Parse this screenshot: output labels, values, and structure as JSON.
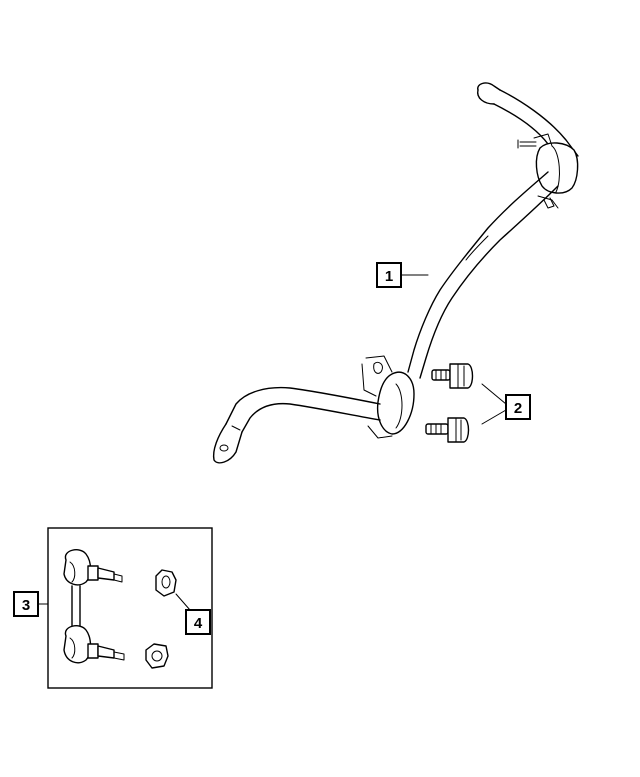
{
  "callouts": [
    {
      "id": "callout-1",
      "label": "1"
    },
    {
      "id": "callout-2",
      "label": "2"
    },
    {
      "id": "callout-3",
      "label": "3"
    },
    {
      "id": "callout-4",
      "label": "4"
    }
  ],
  "icons": {
    "stabilizer_bar": "stabilizer-bar-icon",
    "bolts": "bolt-icon",
    "link": "stabilizer-link-icon",
    "nuts": "nut-icon"
  }
}
